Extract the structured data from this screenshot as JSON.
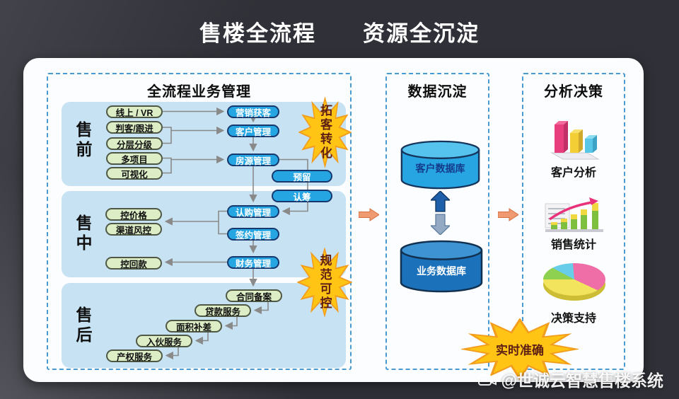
{
  "title": "售楼全流程　　资源全沉淀",
  "panel": {
    "process": {
      "header": "全流程业务管理",
      "stages": {
        "presale": {
          "label": "售前"
        },
        "midsale": {
          "label": "售中"
        },
        "aftersale": {
          "label": "售后"
        }
      },
      "presale_sources": [
        "线上 / VR",
        "判客/跟进",
        "分层分级",
        "多项目",
        "可视化"
      ],
      "presale_modules": [
        "营销获客",
        "客户管理",
        "房源管理"
      ],
      "presale_sub": [
        "预留",
        "认筹"
      ],
      "midsale_controls": [
        "控价格",
        "渠道风控",
        "控回款"
      ],
      "midsale_modules": [
        "认购管理",
        "签约管理",
        "财务管理"
      ],
      "aftersale_steps": [
        "合同备案",
        "贷款服务",
        "面积补差",
        "入伙服务",
        "产权服务"
      ],
      "badge_top": "拓客转化",
      "badge_mid": "规范可控"
    },
    "data_layer": {
      "header": "数据沉淀",
      "customer_db": "客户数据库",
      "business_db": "业务数据库"
    },
    "analysis": {
      "header": "分析决策",
      "items": [
        {
          "icon": "bar-chart-icon",
          "label": "客户分析"
        },
        {
          "icon": "trend-chart-icon",
          "label": "销售统计"
        },
        {
          "icon": "pie-chart-icon",
          "label": "决策支持"
        }
      ],
      "badge": "实时准确"
    }
  },
  "watermark": "@世诚云智慧售楼系统",
  "colors": {
    "background": "#303138",
    "accent_blue_box": "#25a5e2",
    "dark_blue_db": "#1b72ba",
    "light_green_box": "#ddedc6",
    "stage_panel_blue": "#c7e2f2",
    "dashed_border": "#4a9ad2",
    "star_yellow": "#ffc414",
    "flow_arrow_orange": "#f09a72"
  }
}
